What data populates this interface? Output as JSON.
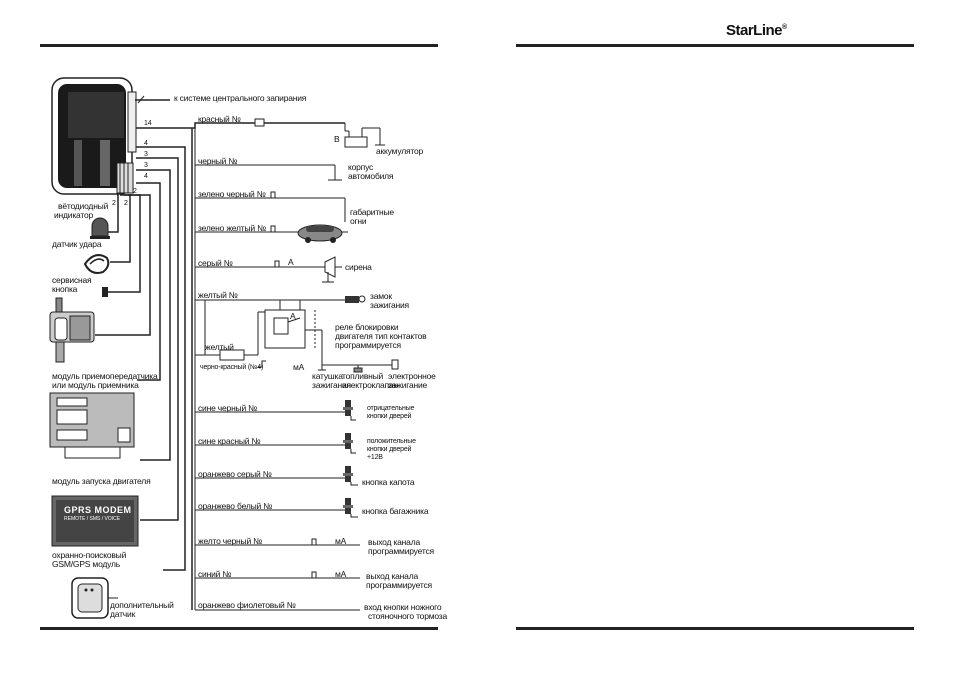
{
  "header": {
    "brand": "StarLine",
    "brand_mark": "®"
  },
  "devices": {
    "led": [
      "вётодиодный",
      "индикатор"
    ],
    "shock_sensor": "датчик удара",
    "service_button": [
      "сервисная",
      "кнопка"
    ],
    "transceiver": [
      "модуль приемопередатчика",
      "или модуль приемника"
    ],
    "engine_start": "модуль запуска двигателя",
    "gprs_title": "GPRS MODEM",
    "gprs_sub": "REMOTE / SMS / VOICE",
    "gprs_caption": [
      "охранно-поисковый",
      "GSM/GPS модуль"
    ],
    "extra_sensor": [
      "дополнительный",
      "датчик"
    ]
  },
  "connector_numbers": {
    "c14": "14",
    "c4a": "4",
    "c3a": "3",
    "c3b": "3",
    "c4b": "4",
    "c2a": "2",
    "c2b": "2",
    "c2c": "2"
  },
  "wires": {
    "central_lock": "к системе центрального запирания",
    "red": "красный №",
    "black": "черный №",
    "green_black": "зелено черный №",
    "green_yellow": "зелено желтый №",
    "gray": "серый №",
    "yellow": "желтый №",
    "yellow_inner": "желтый",
    "black_red": "черно-красный (№4)",
    "blue_black": "сине черный №",
    "blue_red": "сине красный №",
    "orange_gray": "оранжево серый №",
    "orange_white": "оранжево белый №",
    "yellow_black": "желто черный №",
    "blue": "синий №",
    "orange_violet": "оранжево фиолетовый №"
  },
  "targets": {
    "battery": "аккумулятор",
    "battery_b": "B",
    "ground": [
      "корпус",
      "автомобиля"
    ],
    "side_lights": [
      "габаритные",
      "огни"
    ],
    "siren_a": "A",
    "siren": "сирена",
    "ignition_lock": [
      "замок",
      "зажигания"
    ],
    "relay_a": "A",
    "relay": [
      "реле блокировки",
      "двигателя тип контактов",
      "программируется"
    ],
    "ma1": "мА",
    "coil": [
      "катушка",
      "зажигания"
    ],
    "fuel_valve": [
      "топливный",
      "электроклапан"
    ],
    "electronic_ignition": [
      "электронное",
      "зажигание"
    ],
    "neg_doors": [
      "отрицательные",
      "кнопки дверей"
    ],
    "pos_doors": [
      "положительные",
      "кнопки дверей",
      "+12В"
    ],
    "hood": "кнопка капота",
    "trunk": "кнопка багажника",
    "ma2": "мА",
    "channel1": [
      "выход канала",
      "программируется"
    ],
    "ma3": "мА",
    "channel2": [
      "выход канала",
      "программируется"
    ],
    "handbrake": [
      "вход кнопки ножного",
      "стояночного тормоза"
    ]
  }
}
